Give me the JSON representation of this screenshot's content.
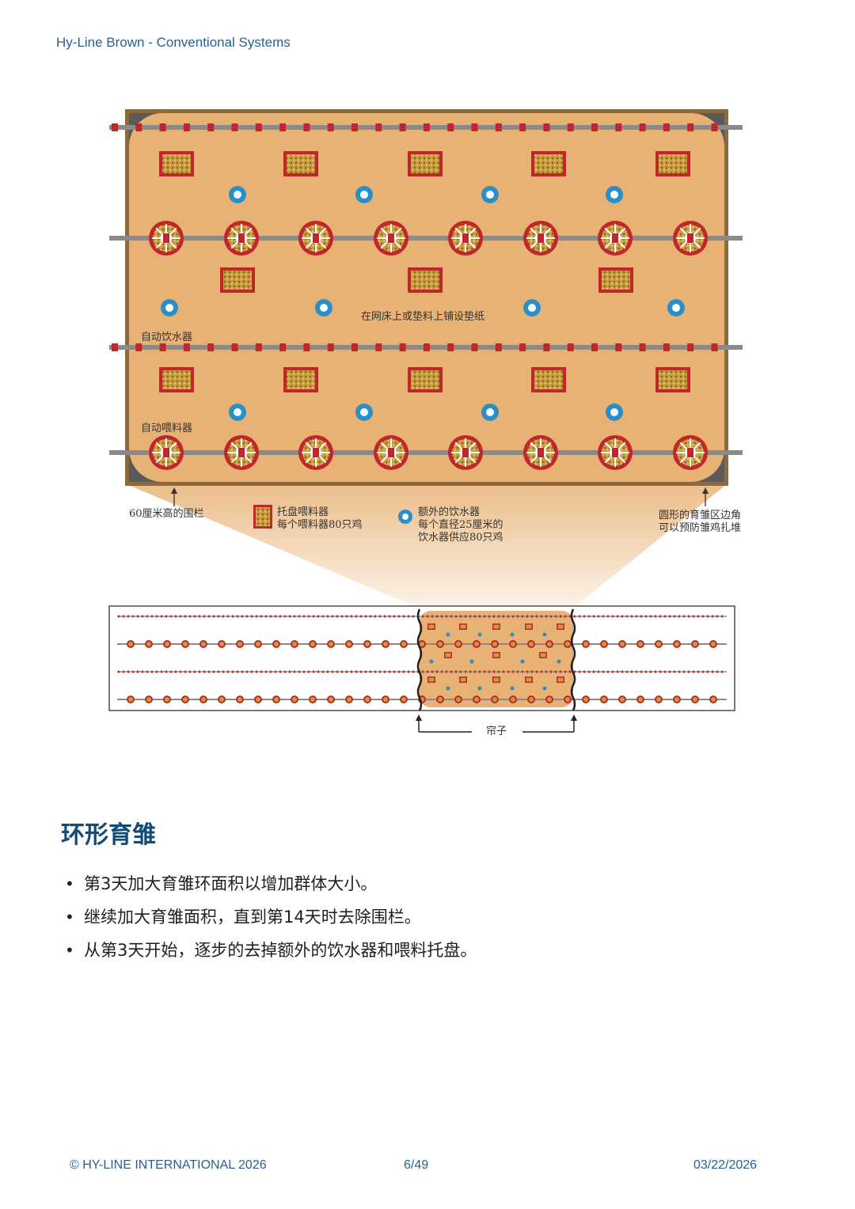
{
  "header": {
    "title": "Hy-Line Brown - Conventional Systems"
  },
  "diagram": {
    "labels": {
      "paper_note": "在网床上或垫料上铺设垫纸",
      "auto_drinker": "自动饮水器",
      "auto_feeder": "自动喂料器",
      "fence": "60厘米高的围栏",
      "tray_feeder_line1": "托盘喂料器",
      "tray_feeder_line2": "每个喂料器80只鸡",
      "extra_drinker_line1": "额外的饮水器",
      "extra_drinker_line2": "每个直径25厘米的",
      "extra_drinker_line3": "饮水器供应80只鸡",
      "corner_line1": "圆形的育雏区边角",
      "corner_line2": "可以预防雏鸡扎堆",
      "curtain": "帘子"
    },
    "colors": {
      "floor": "#e8b274",
      "border": "#8b6a3e",
      "tray_red": "#c0262a",
      "tray_gold": "#c89b3c",
      "drinker_blue": "#2a8fc9",
      "line_gray": "#8a8a8a",
      "corner_gray": "#5a5a5a"
    }
  },
  "section": {
    "title": "环形育雏",
    "bullets": [
      "第3天加大育雏环面积以增加群体大小。",
      "继续加大育雏面积，直到第14天时去除围栏。",
      "从第3天开始，逐步的去掉额外的饮水器和喂料托盘。"
    ]
  },
  "footer": {
    "copyright": "© HY-LINE INTERNATIONAL 2026",
    "page": "6/49",
    "date": "03/22/2026"
  }
}
